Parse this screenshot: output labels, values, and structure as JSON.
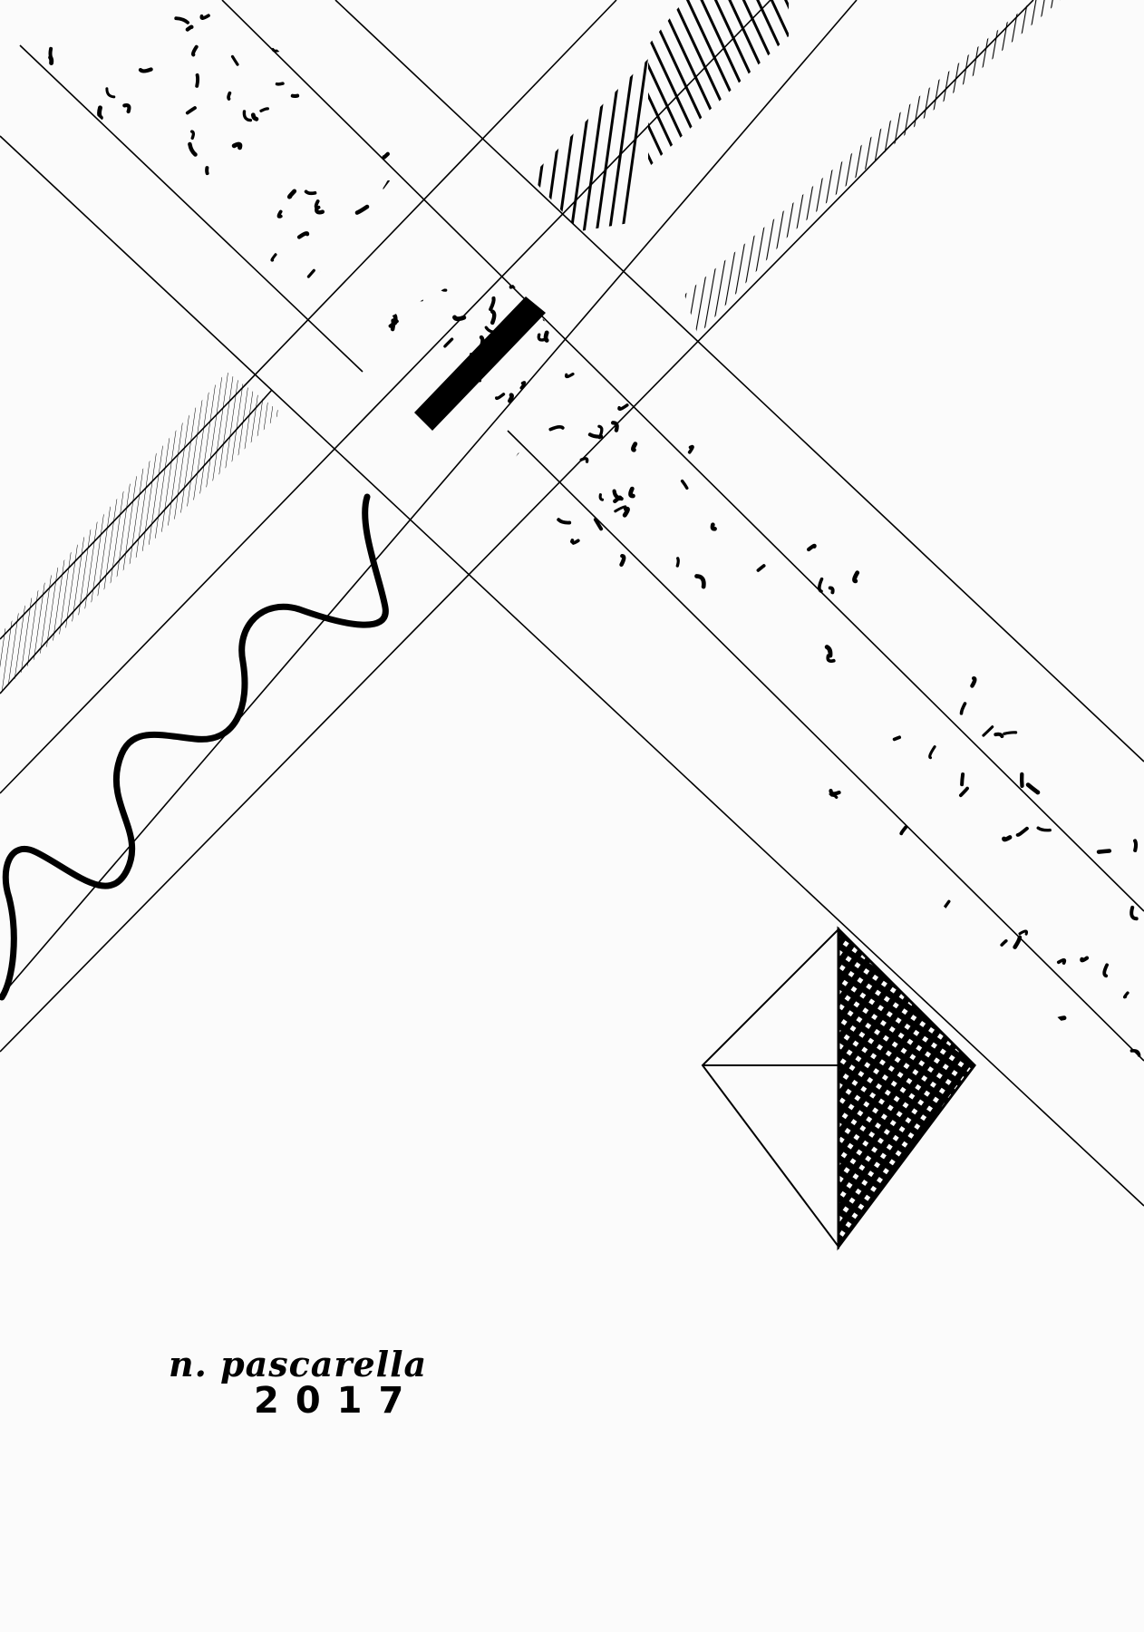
{
  "artwork": {
    "background": "#fbfbfb",
    "ink": "#000000",
    "elements": [
      "diagonal-bands",
      "dash-texture",
      "wavy-line",
      "hatching",
      "black-bar",
      "cross-hatched-triangle",
      "open-triangle"
    ]
  },
  "signature": {
    "name": "n. pascarella",
    "year": "2017"
  }
}
